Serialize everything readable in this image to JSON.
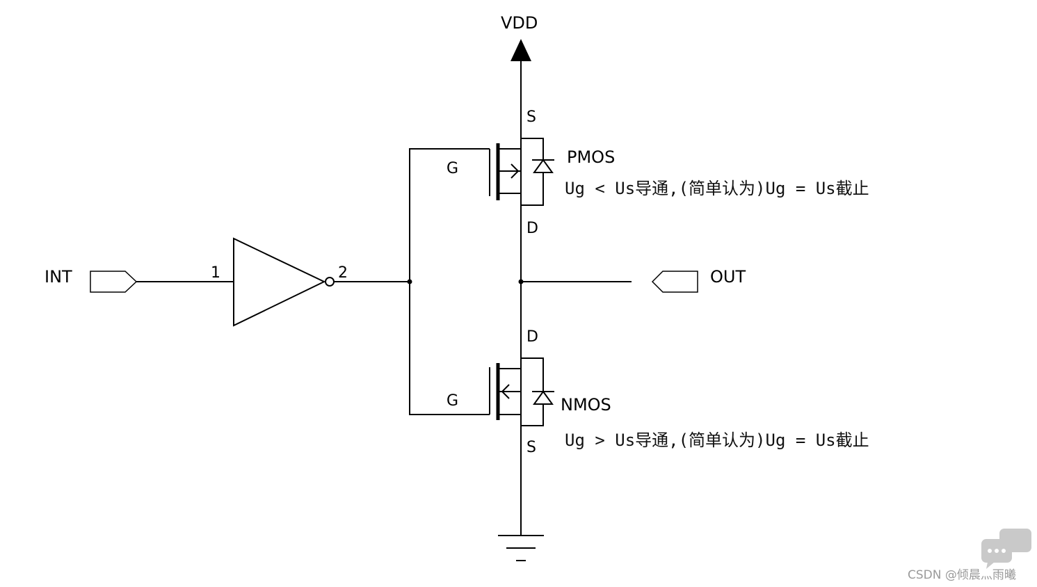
{
  "labels": {
    "vdd": "VDD",
    "input": "INT",
    "output": "OUT",
    "inv_pin_in": "1",
    "inv_pin_out": "2",
    "pmos": "PMOS",
    "nmos": "NMOS",
    "pmos_source": "S",
    "pmos_drain": "D",
    "pmos_gate": "G",
    "nmos_drain": "D",
    "nmos_source": "S",
    "nmos_gate": "G"
  },
  "notes": {
    "pmos": "Ug < Us导通,(简单认为)Ug = Us截止",
    "nmos": "Ug > Us导通,(简单认为)Ug = Us截止"
  },
  "watermark": {
    "text": "CSDN @倾晨灬雨曦"
  }
}
